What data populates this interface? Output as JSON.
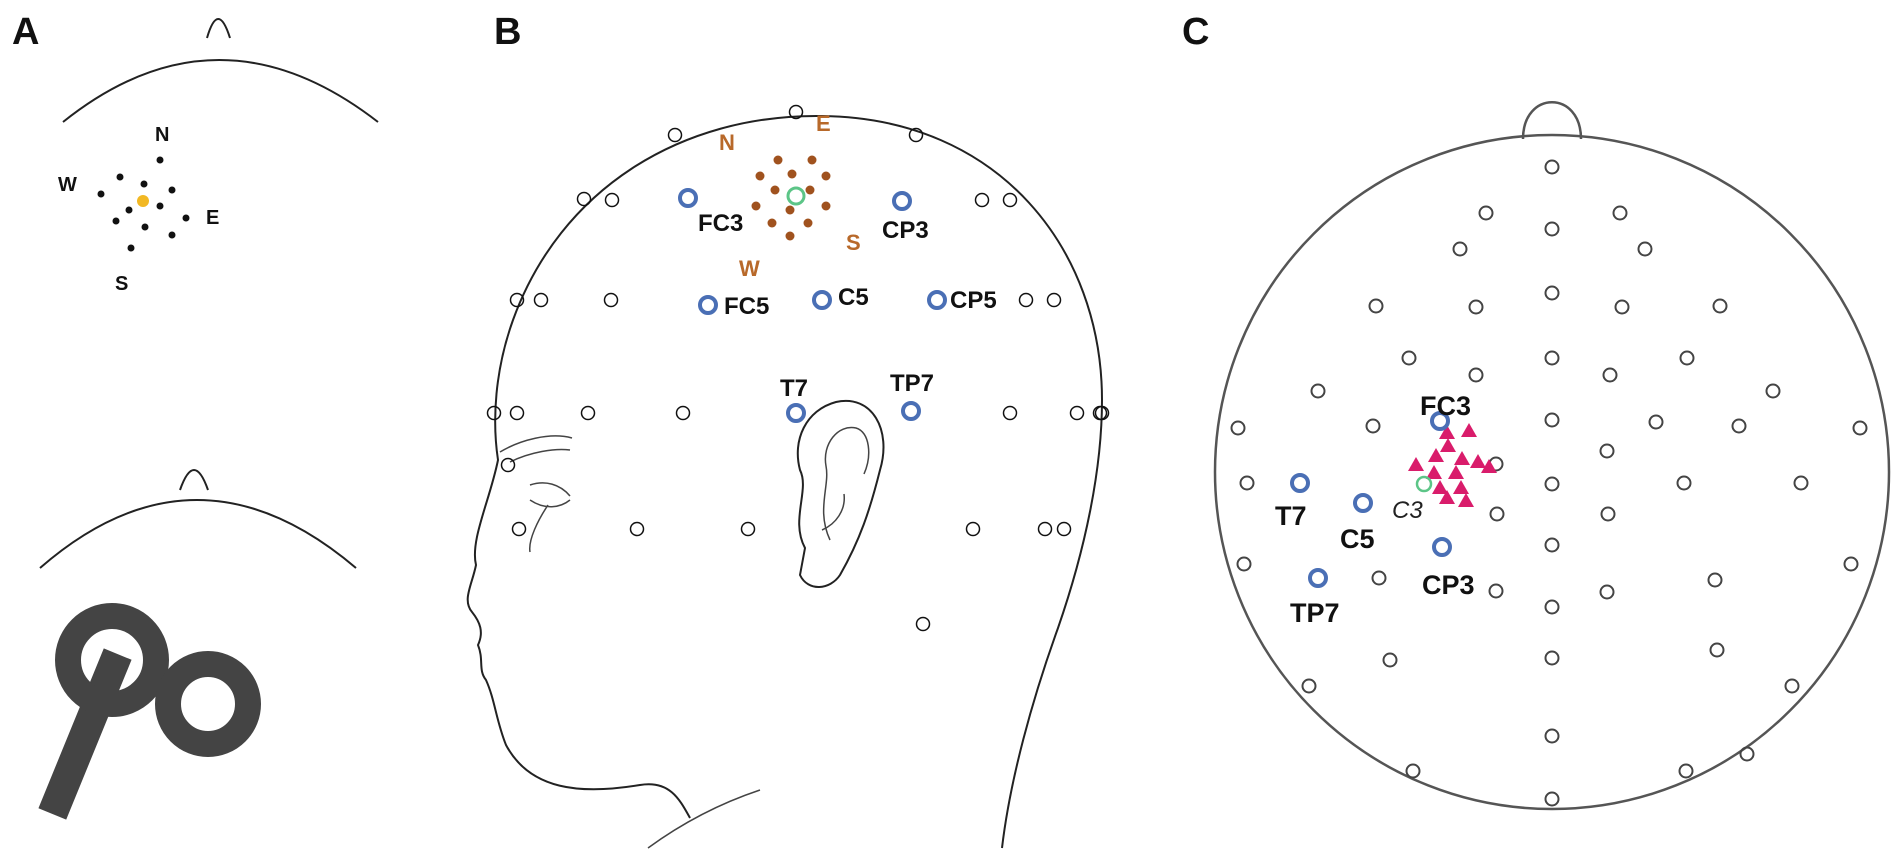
{
  "panels": {
    "a": {
      "label": "A",
      "directions": {
        "n": "N",
        "w": "W",
        "e": "E",
        "s": "S"
      }
    },
    "b": {
      "label": "B",
      "directions": {
        "n": "N",
        "e": "E",
        "w": "W",
        "s": "S"
      },
      "electrodes": {
        "fc3": "FC3",
        "cp3": "CP3",
        "fc5": "FC5",
        "c5": "C5",
        "cp5": "CP5",
        "t7": "T7",
        "tp7": "TP7"
      }
    },
    "c": {
      "label": "C",
      "electrodes": {
        "fc3": "FC3",
        "t7": "T7",
        "c5": "C5",
        "c3": "C3",
        "cp3": "CP3",
        "tp7": "TP7"
      }
    }
  },
  "colors": {
    "highlight_electrode": "#4a6fb5",
    "reference_electrode": "#5cc587",
    "grid_dot_b": "#a0521e",
    "triangle_c": "#d91c6b",
    "center_dot_a": "#f2b824",
    "icon": "#444444"
  },
  "icons": {
    "panel_a_lower": "recording-key-icon"
  }
}
